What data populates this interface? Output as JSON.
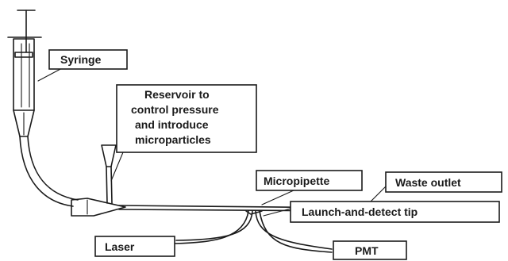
{
  "labels": {
    "syringe": "Syringe",
    "reservoir_line1": "Reservoir to",
    "reservoir_line2": "control pressure",
    "reservoir_line3": "and introduce",
    "reservoir_line4": "microparticles",
    "micropipette": "Micropipette",
    "waste_outlet": "Waste outlet",
    "launch_detect_tip": "Launch-and-detect tip",
    "laser": "Laser",
    "pmt": "PMT"
  },
  "colors": {
    "ink": "#1a1a1a",
    "background": "#ffffff"
  }
}
